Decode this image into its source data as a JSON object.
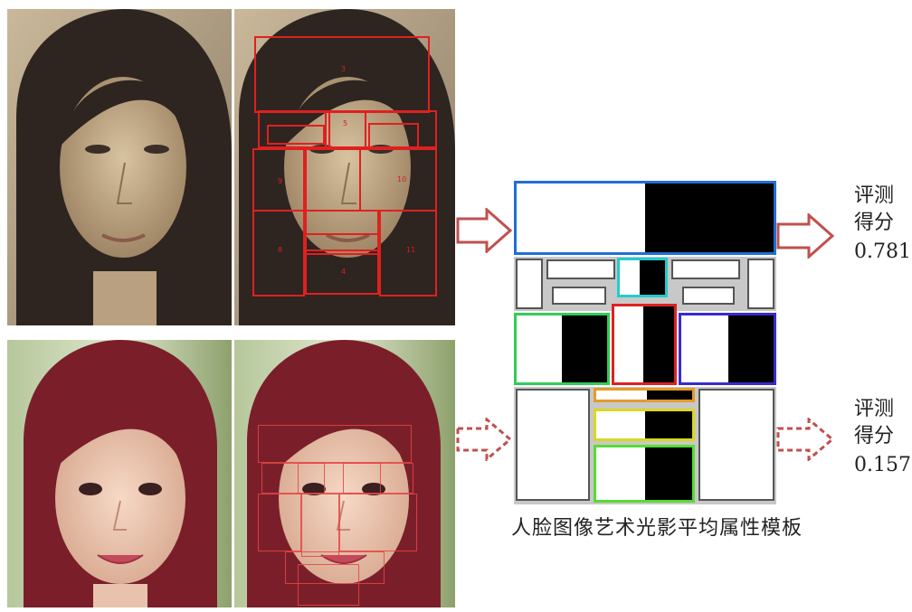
{
  "face_top": {
    "score_label": "评测\n得分",
    "score_value": "0.781"
  },
  "face_bottom": {
    "score_label": "评测\n得分",
    "score_value": "0.157"
  },
  "template": {
    "caption": "人脸图像艺术光影平均属性模板"
  },
  "region_numbers": [
    "3",
    "5",
    "9",
    "10",
    "11",
    "8",
    "4"
  ],
  "colors": {
    "red_box": "#e02020",
    "arrow_fill": "#ffffff",
    "arrow_stroke": "#c0504d",
    "template_blue": "#1f6fd6",
    "template_cyan": "#22cccc",
    "template_green": "#33cc55",
    "template_red": "#dd2222",
    "template_purple": "#3a2acc",
    "template_orange": "#e69a2a",
    "template_yellow": "#d8d822",
    "template_lime": "#55dd33",
    "template_grey": "#c8c8c8"
  }
}
